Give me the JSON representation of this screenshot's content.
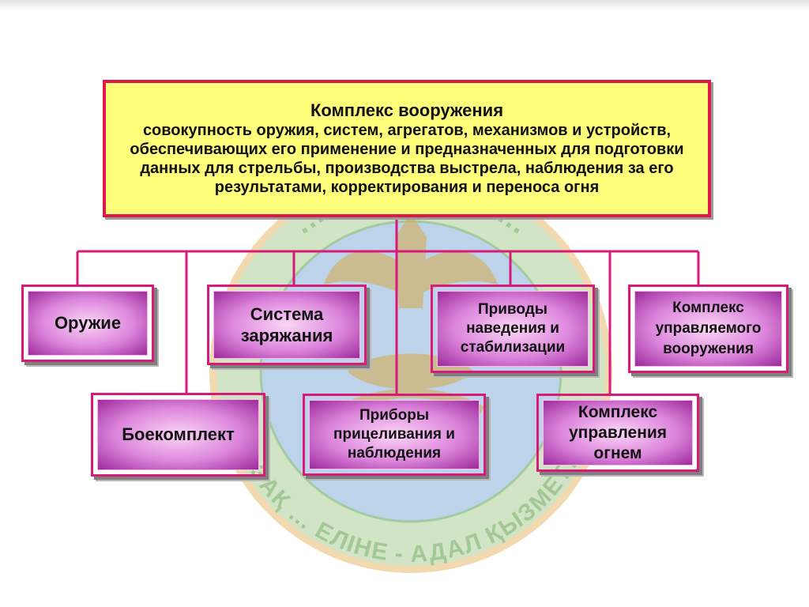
{
  "background": {
    "emblem_arc_top_text": "…ҚАЛ … ЕРІК…",
    "emblem_arc_bottom_text": "…ЗАҚ … ЕЛІНЕ - АДАЛ ҚЫЗМЕТ…",
    "emblem_colors": {
      "ring": "#cfe2c8",
      "ring_edge": "#e8b96a",
      "fill": "#bcd3e9",
      "emblem": "#d6a84b"
    }
  },
  "main": {
    "title": "Комплекс вооружения",
    "description": "совокупность оружия, систем, агрегатов, механизмов и устройств, обеспечивающих его применение и предназначенных для подготовки данных для стрельбы, производства выстрела, наблюдения за его результатами, корректирования и переноса огня"
  },
  "nodes": {
    "weapon": "Оружие",
    "loading_system": "Система заряжания",
    "guidance_drives": "Приводы наведения и стабилизации",
    "guided_weapons": "Комплекс управляемого вооружения",
    "ammo": "Боекомплект",
    "sighting_devices": "Приборы прицеливания и наблюдения",
    "fire_control": "Комплекс управления огнем"
  },
  "colors": {
    "main_fill": "#fffe7a",
    "main_border": "#e0184a",
    "connector": "#d81a78",
    "node_border": "#d81a78",
    "node_fill": "#c25dc2"
  }
}
